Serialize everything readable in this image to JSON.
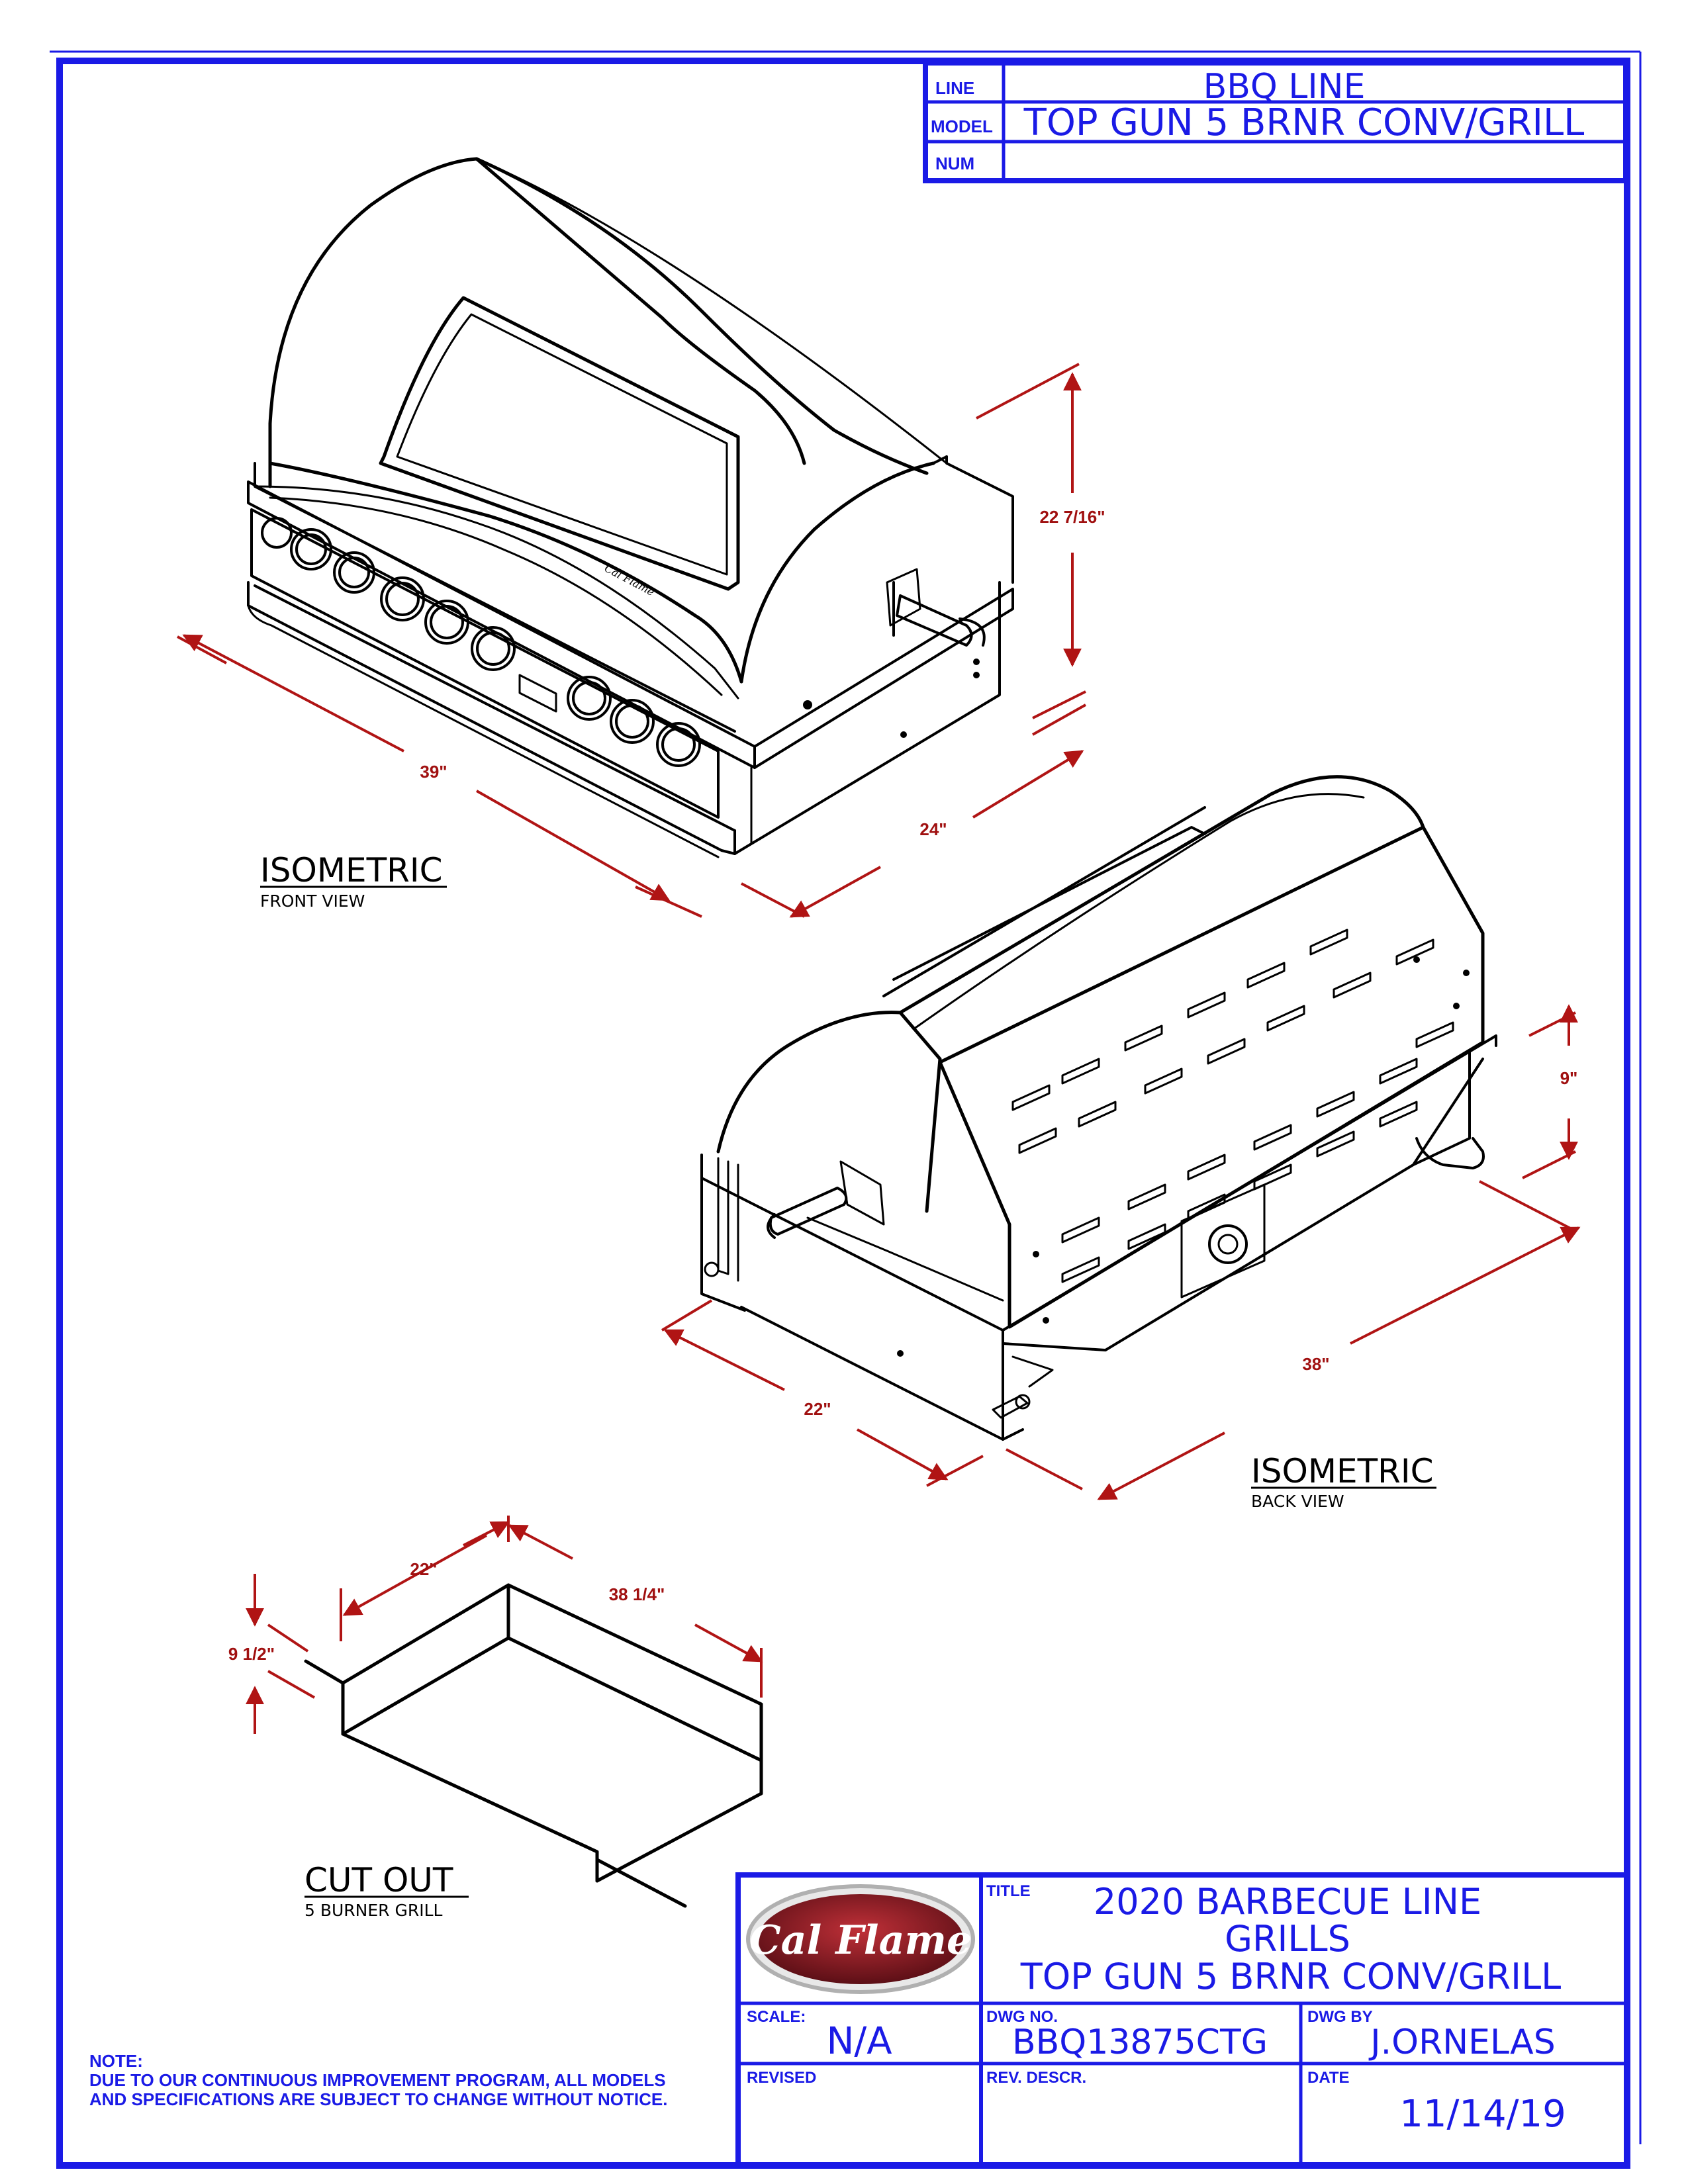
{
  "header": {
    "line_label": "LINE",
    "line_value": "BBQ LINE",
    "model_label": "MODEL",
    "model_value": "TOP GUN 5 BRNR CONV/GRILL",
    "num_label": "NUM",
    "num_value": ""
  },
  "views": {
    "front": {
      "title": "ISOMETRIC",
      "subtitle": "FRONT VIEW"
    },
    "back": {
      "title": "ISOMETRIC",
      "subtitle": "BACK VIEW"
    },
    "cutout": {
      "title": "CUT OUT",
      "subtitle": "5 BURNER GRILL"
    }
  },
  "dimensions": {
    "front_width": "39\"",
    "front_depth": "24\"",
    "front_height": "22 7/16\"",
    "back_width": "38\"",
    "back_depth": "22\"",
    "back_height": "9\"",
    "cutout_width": "38 1/4\"",
    "cutout_depth": "22\"",
    "cutout_height": "9 1/2\""
  },
  "brand": {
    "logo_text": "Cal Flame",
    "small_badge": "Cal Flame",
    "colors": {
      "primary": "#1a1ae6",
      "dimension": "#b01414",
      "logo": "#8c1c24"
    }
  },
  "title_block": {
    "title_label": "TITLE",
    "title_line1": "2020 BARBECUE LINE",
    "title_line2": "GRILLS",
    "title_line3": "TOP GUN 5 BRNR CONV/GRILL",
    "scale_label": "SCALE:",
    "scale_value": "N/A",
    "dwg_no_label": "DWG NO.",
    "dwg_no_value": "BBQ13875CTG",
    "dwg_by_label": "DWG BY",
    "dwg_by_value": "J.ORNELAS",
    "revised_label": "REVISED",
    "rev_descr_label": "REV. DESCR.",
    "date_label": "DATE",
    "date_value": "11/14/19"
  },
  "note": {
    "heading": "NOTE:",
    "line1": "DUE TO OUR CONTINUOUS IMPROVEMENT PROGRAM, ALL MODELS",
    "line2": "AND SPECIFICATIONS ARE SUBJECT TO CHANGE WITHOUT NOTICE."
  }
}
